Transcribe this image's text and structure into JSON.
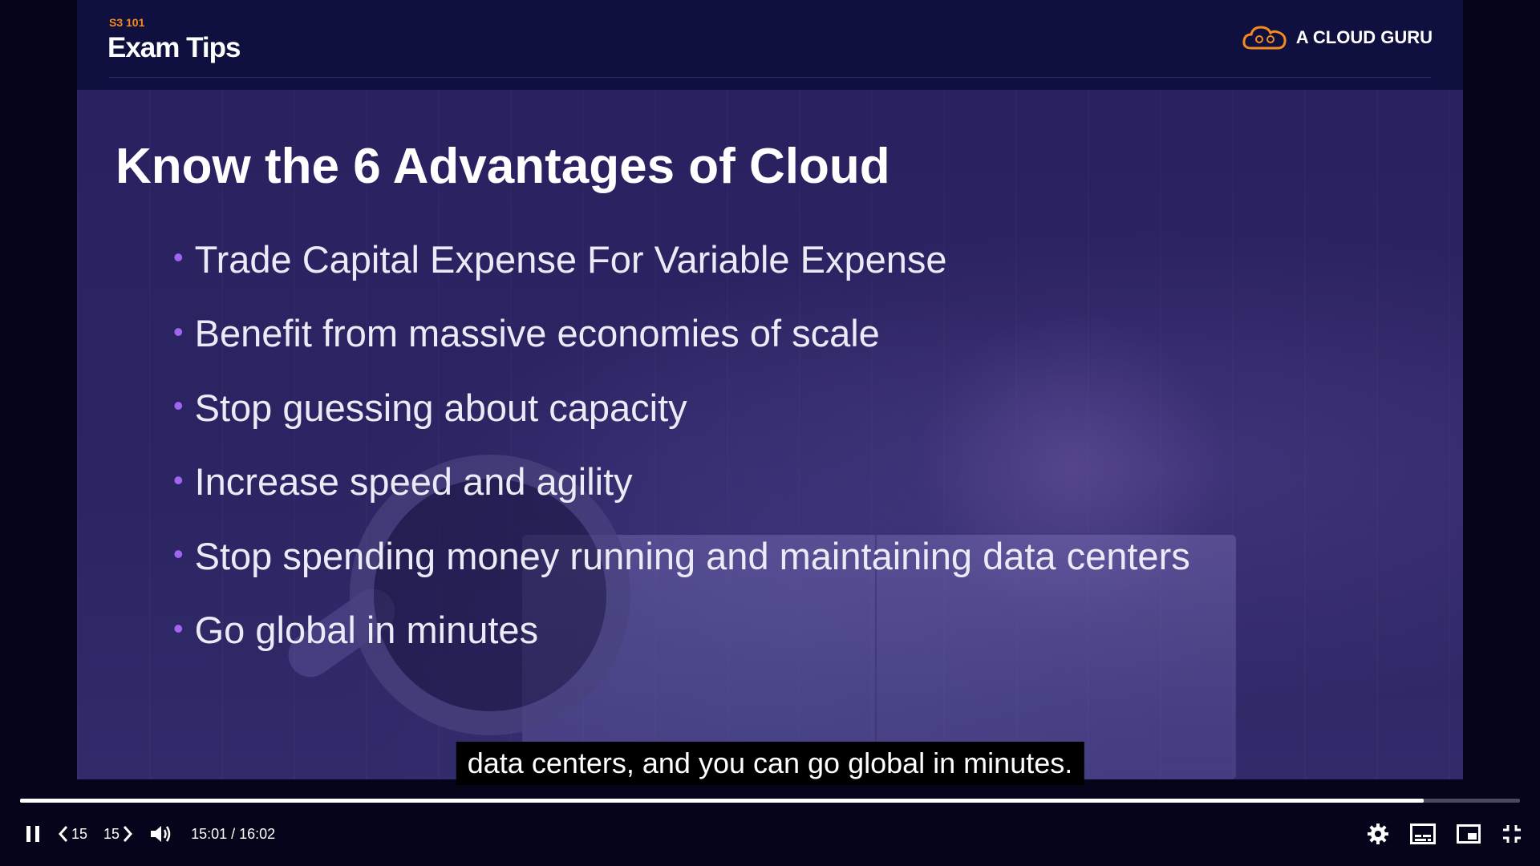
{
  "slide": {
    "kicker": "S3 101",
    "header_title": "Exam Tips",
    "brand": "A CLOUD GURU",
    "title": "Know the 6 Advantages of Cloud",
    "bullets": [
      "Trade Capital Expense For Variable Expense",
      "Benefit from massive economies of scale",
      "Stop guessing about capacity",
      "Increase speed and agility",
      "Stop spending money running and maintaining data centers",
      "Go global in minutes"
    ]
  },
  "caption": "data centers, and you can go global in minutes.",
  "player": {
    "progress_fraction": 0.936,
    "skip_back_label": "15",
    "skip_forward_label": "15",
    "current_time": "15:01",
    "duration": "16:02",
    "time_display": "15:01 / 16:02"
  },
  "colors": {
    "accent_orange": "#f58a1f",
    "bullet_purple": "#a066f2"
  }
}
